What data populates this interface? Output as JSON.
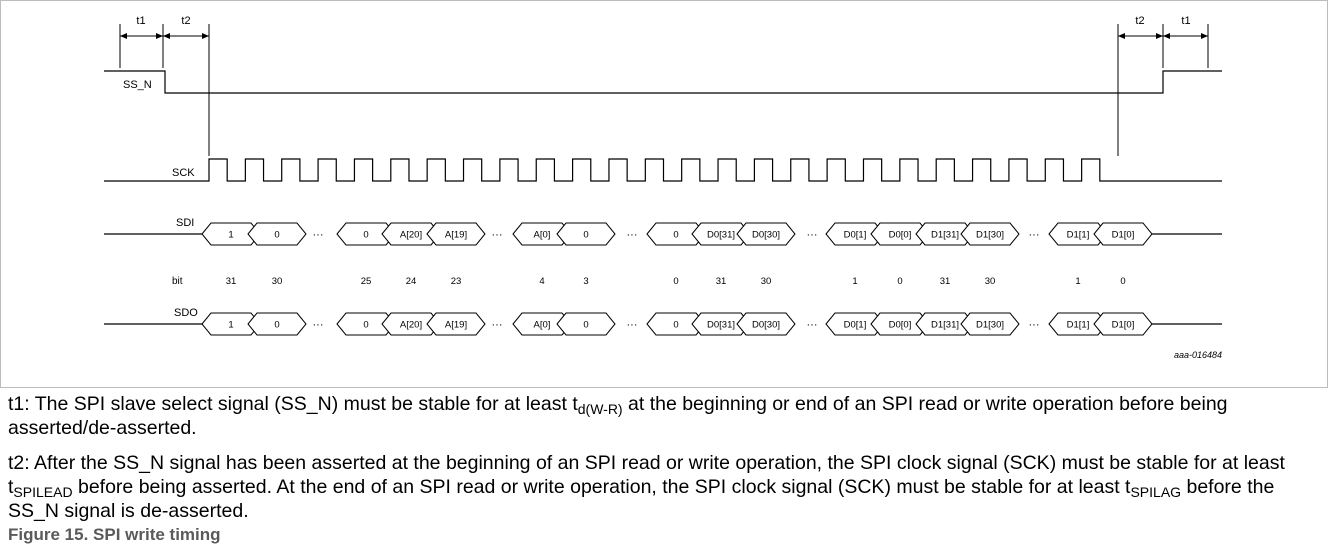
{
  "diagram": {
    "timing_labels": {
      "t1": "t1",
      "t2": "t2"
    },
    "signals": {
      "ss_n": "SS_N",
      "sck": "SCK",
      "sdi": "SDI",
      "sdo": "SDO",
      "bit": "bit"
    },
    "ellipsis": "···",
    "sdi_segments": [
      [
        "1",
        "0"
      ],
      [
        "0",
        "A[20]",
        "A[19]"
      ],
      [
        "A[0]",
        "0"
      ],
      [
        "0",
        "D0[31]",
        "D0[30]"
      ],
      [
        "D0[1]",
        "D0[0]",
        "D1[31]",
        "D1[30]"
      ],
      [
        "D1[1]",
        "D1[0]"
      ]
    ],
    "sdo_segments": [
      [
        "1",
        "0"
      ],
      [
        "0",
        "A[20]",
        "A[19]"
      ],
      [
        "A[0]",
        "0"
      ],
      [
        "0",
        "D0[31]",
        "D0[30]"
      ],
      [
        "D0[1]",
        "D0[0]",
        "D1[31]",
        "D1[30]"
      ],
      [
        "D1[1]",
        "D1[0]"
      ]
    ],
    "bit_labels": [
      "31",
      "30",
      "25",
      "24",
      "23",
      "4",
      "3",
      "0",
      "31",
      "30",
      "1",
      "0",
      "31",
      "30",
      "1",
      "0"
    ],
    "sck_pulses": 25,
    "ref_code": "aaa-016484"
  },
  "notes": {
    "n1": {
      "p1": "t1: The SPI slave select signal (SS_N) must be stable for at least t",
      "s1": "d(W-R)",
      "p2": " at the beginning or end of an SPI read or write operation before being asserted/de-asserted."
    },
    "n2": {
      "p1": "t2: After the SS_N signal has been asserted at the beginning of an SPI read or write operation, the SPI clock signal (SCK) must be stable for at least t",
      "s1": "SPILEAD",
      "p2": " before being asserted. At the end of an SPI read or write operation, the SPI clock signal (SCK) must be stable for at least t",
      "s2": "SPILAG",
      "p3": " before the SS_N signal is de-asserted."
    }
  },
  "caption": "Figure 15.  SPI write timing"
}
